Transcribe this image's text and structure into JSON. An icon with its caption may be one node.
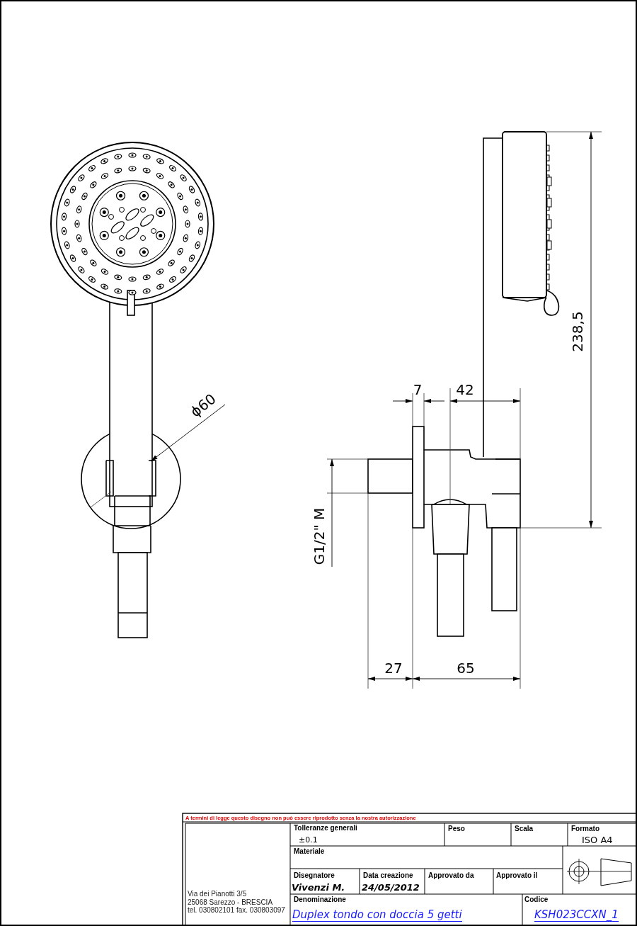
{
  "diagram": {
    "labels": [
      "7",
      "42",
      "ϕ60",
      "238,5",
      "G1/2\" M",
      "27",
      "65",
      "A termini di legge questo disegno non può essere riprodotto senza la nostra autorizzazione",
      "Tolleranze generali",
      "±0.1",
      "Peso",
      "Scala",
      "Formato",
      "ISO A4",
      "Materiale",
      "Disegnatore",
      "Data creazione",
      "Approvato da",
      "Approvato il",
      "Vivenzi M.",
      "24/05/2012",
      "Via dei Pianotti 3/5",
      "25068 Sarezzo - BRESCIA",
      "tel. 030802101 fax. 030803097",
      "Denominazione",
      "Duplex tondo con doccia 5 getti",
      "Codice",
      "KSH023CCXN_1"
    ]
  }
}
